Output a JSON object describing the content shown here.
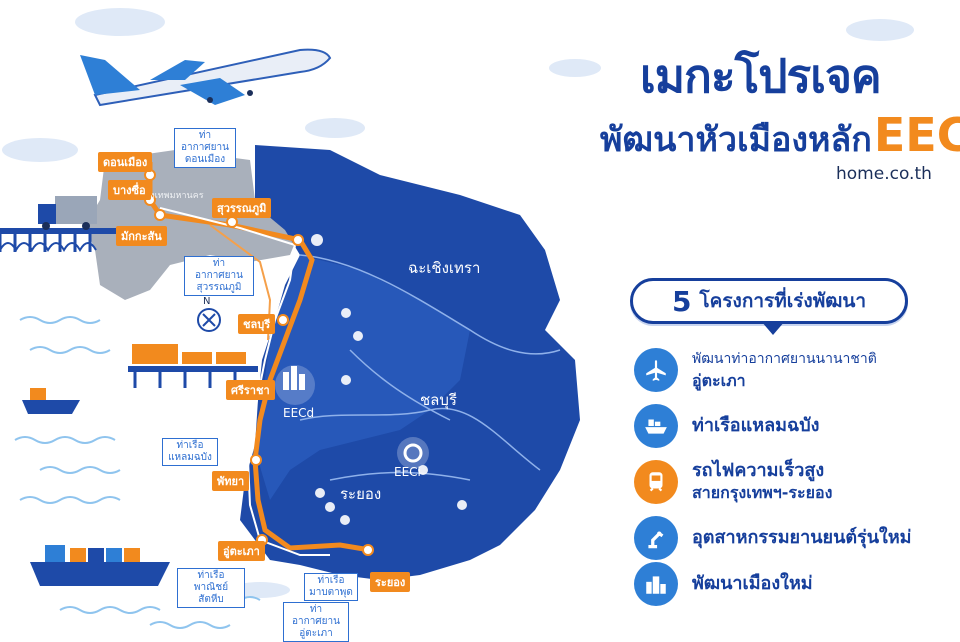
{
  "header": {
    "title_line1": "เมกะโปรเจค",
    "title_line2": "พัฒนาหัวเมืองหลัก",
    "title_highlight": "EEC",
    "website": "home.co.th"
  },
  "projects_panel": {
    "number": "5",
    "heading": "โครงการที่เร่งพัฒนา",
    "items": [
      {
        "line1": "พัฒนาท่าอากาศยานนานาชาติ",
        "line2": "อู่ตะเภา",
        "icon": "airplane-icon",
        "color": "#2e7fd6"
      },
      {
        "line1": "ท่าเรือแหลมฉบัง",
        "line2": "",
        "icon": "ship-icon",
        "color": "#2e7fd6"
      },
      {
        "line1": "รถไฟความเร็วสูง",
        "line2": "สายกรุงเทพฯ-ระยอง",
        "icon": "train-icon",
        "color": "#f28a1e"
      },
      {
        "line1": "อุตสาหกรรมยานยนต์รุ่นใหม่",
        "line2": "",
        "icon": "robot-arm-icon",
        "color": "#2e7fd6"
      },
      {
        "line1": "พัฒนาเมืองใหม่",
        "line2": "",
        "icon": "city-icon",
        "color": "#2e7fd6"
      }
    ]
  },
  "map": {
    "regions": {
      "chachoengsao": "ฉะเชิงเทรา",
      "chonburi": "ชลบุรี",
      "rayong": "ระยอง",
      "bangkok": "กรุงเทพมหานคร"
    },
    "zones": {
      "eecd": "EECd",
      "eeci": "EECi"
    },
    "stations": {
      "donmueang": "ดอนเมือง",
      "bangsue": "บางซื่อ",
      "makkasan": "มักกะสัน",
      "suvarnabhumi": "สุวรรณภูมิ",
      "chonburi": "ชลบุรี",
      "sriracha": "ศรีราชา",
      "pattaya": "พัทยา",
      "utapao": "อู่ตะเภา",
      "rayong": "ระยอง"
    },
    "facilities": {
      "donmueang_airport": "ท่าอากาศยาน ดอนเมือง",
      "suvarnabhumi_airport": "ท่าอากาศยาน สุวรรณภูมิ",
      "laemchabang_port": "ท่าเรือ แหลมฉบัง",
      "sattahip_port": "ท่าเรือพาณิชย์ สัตหีบ",
      "maptaphut_port": "ท่าเรือ มาบตาพุด",
      "utapao_airport": "ท่าอากาศยาน อู่ตะเภา"
    },
    "compass": "N",
    "colors": {
      "land_dark": "#1e4aa8",
      "land_light": "#2d5fc2",
      "bangkok_gray": "#a9b0bb",
      "rail_orange": "#f28a1e",
      "rail_white": "#ffffff",
      "sea_wave": "#8fc4ee"
    }
  }
}
